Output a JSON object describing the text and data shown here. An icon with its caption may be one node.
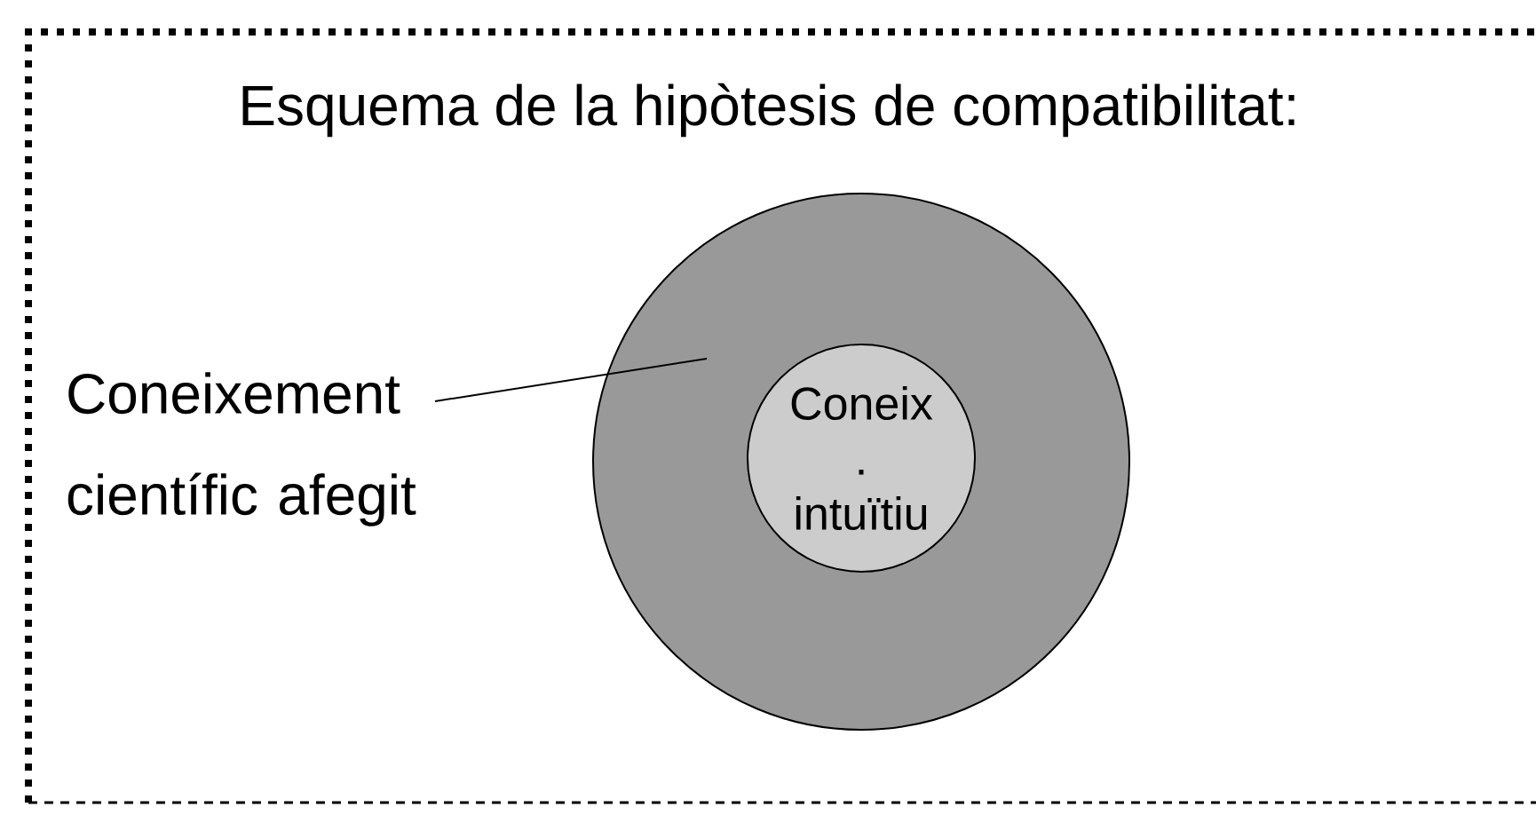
{
  "diagram": {
    "title": "Esquema de la hipòtesis de compatibilitat:",
    "nodes": [
      {
        "text": [
          "Coneixement científic afegit"
        ]
      },
      {
        "text": [],
        "shape": "circle"
      },
      {
        "text": [
          "Coneix . intuïtiu"
        ],
        "in": 1
      }
    ],
    "edges": [
      {
        "from": 0,
        "to": 1,
        "arrow": "none"
      }
    ]
  }
}
